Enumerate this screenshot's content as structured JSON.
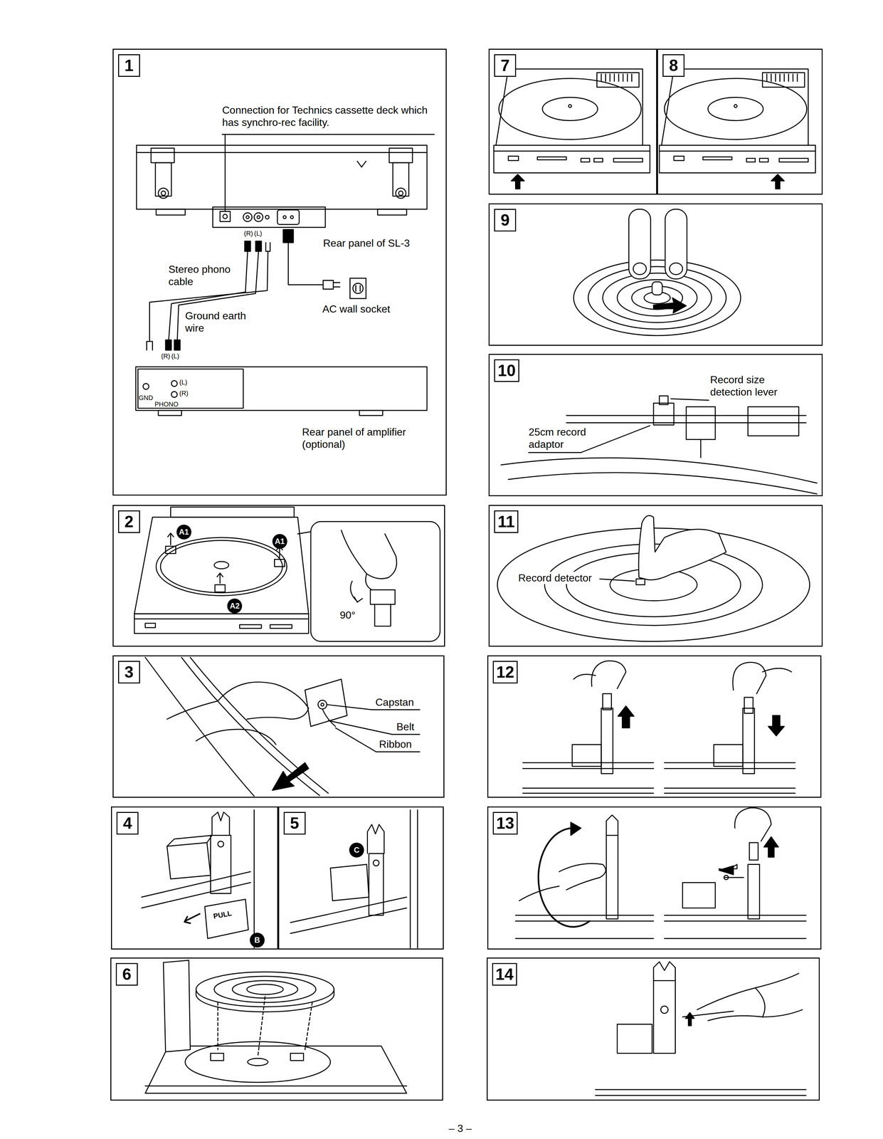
{
  "diagram": {
    "nodes": [
      {
        "text": [
          "1"
        ]
      },
      {
        "text": [
          "2"
        ]
      },
      {
        "text": [
          "3"
        ]
      },
      {
        "text": [
          "4"
        ]
      },
      {
        "text": [
          "5"
        ]
      },
      {
        "text": [
          "6"
        ]
      },
      {
        "text": [
          "7"
        ]
      },
      {
        "text": [
          "8"
        ]
      },
      {
        "text": [
          "9"
        ]
      },
      {
        "text": [
          "10"
        ]
      },
      {
        "text": [
          "11"
        ]
      },
      {
        "text": [
          "12"
        ]
      },
      {
        "text": [
          "13"
        ]
      },
      {
        "text": [
          "14"
        ]
      }
    ],
    "labels": [
      "Connection for Technics cassette deck which has synchro-rec facility.",
      "(R)",
      "(L)",
      "Rear panel of SL-3",
      "Stereo phono cable",
      "Ground earth wire",
      "AC wall socket",
      "(R)",
      "(L)",
      "(L)",
      "(R)",
      "GND",
      "PHONO",
      "Rear panel of amplifier (optional)",
      "A1",
      "A1",
      "A2",
      "90°",
      "Capstan",
      "Belt",
      "Ribbon",
      "PULL",
      "B",
      "C",
      "Record size detection lever",
      "25cm record adaptor",
      "Record detector",
      "– 3 –"
    ]
  }
}
